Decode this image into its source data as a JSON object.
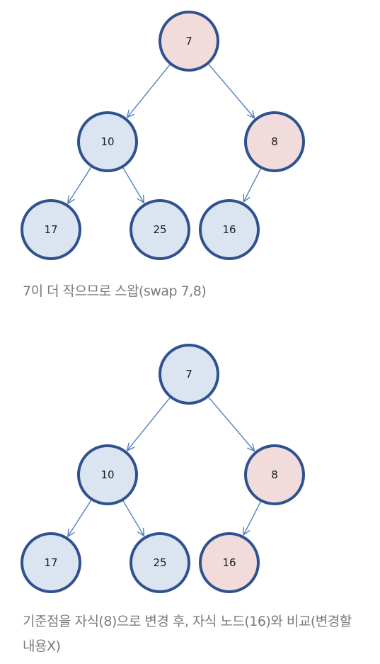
{
  "colors": {
    "node_default": "#dbe5f1",
    "node_highlight": "#f2dcdb",
    "node_stroke": "#2f528f",
    "edge": "#4f81bd"
  },
  "steps": [
    {
      "nodes": [
        {
          "id": "a",
          "value": "7",
          "state": "highlight"
        },
        {
          "id": "b",
          "value": "10",
          "state": "default"
        },
        {
          "id": "c",
          "value": "8",
          "state": "highlight"
        },
        {
          "id": "d",
          "value": "17",
          "state": "default"
        },
        {
          "id": "e",
          "value": "25",
          "state": "default"
        },
        {
          "id": "f",
          "value": "16",
          "state": "default"
        }
      ],
      "edges": [
        [
          "a",
          "b"
        ],
        [
          "a",
          "c"
        ],
        [
          "b",
          "d"
        ],
        [
          "b",
          "e"
        ],
        [
          "c",
          "f"
        ]
      ],
      "caption": "7이 더 작으므로 스왑(swap 7,8)"
    },
    {
      "nodes": [
        {
          "id": "a",
          "value": "7",
          "state": "default"
        },
        {
          "id": "b",
          "value": "10",
          "state": "default"
        },
        {
          "id": "c",
          "value": "8",
          "state": "highlight"
        },
        {
          "id": "d",
          "value": "17",
          "state": "default"
        },
        {
          "id": "e",
          "value": "25",
          "state": "default"
        },
        {
          "id": "f",
          "value": "16",
          "state": "highlight"
        }
      ],
      "edges": [
        [
          "a",
          "b"
        ],
        [
          "a",
          "c"
        ],
        [
          "b",
          "d"
        ],
        [
          "b",
          "e"
        ],
        [
          "c",
          "f"
        ]
      ],
      "caption": "기준점을 자식(8)으로 변경 후, 자식 노드(16)와 비교(변경할 내용X)"
    }
  ]
}
